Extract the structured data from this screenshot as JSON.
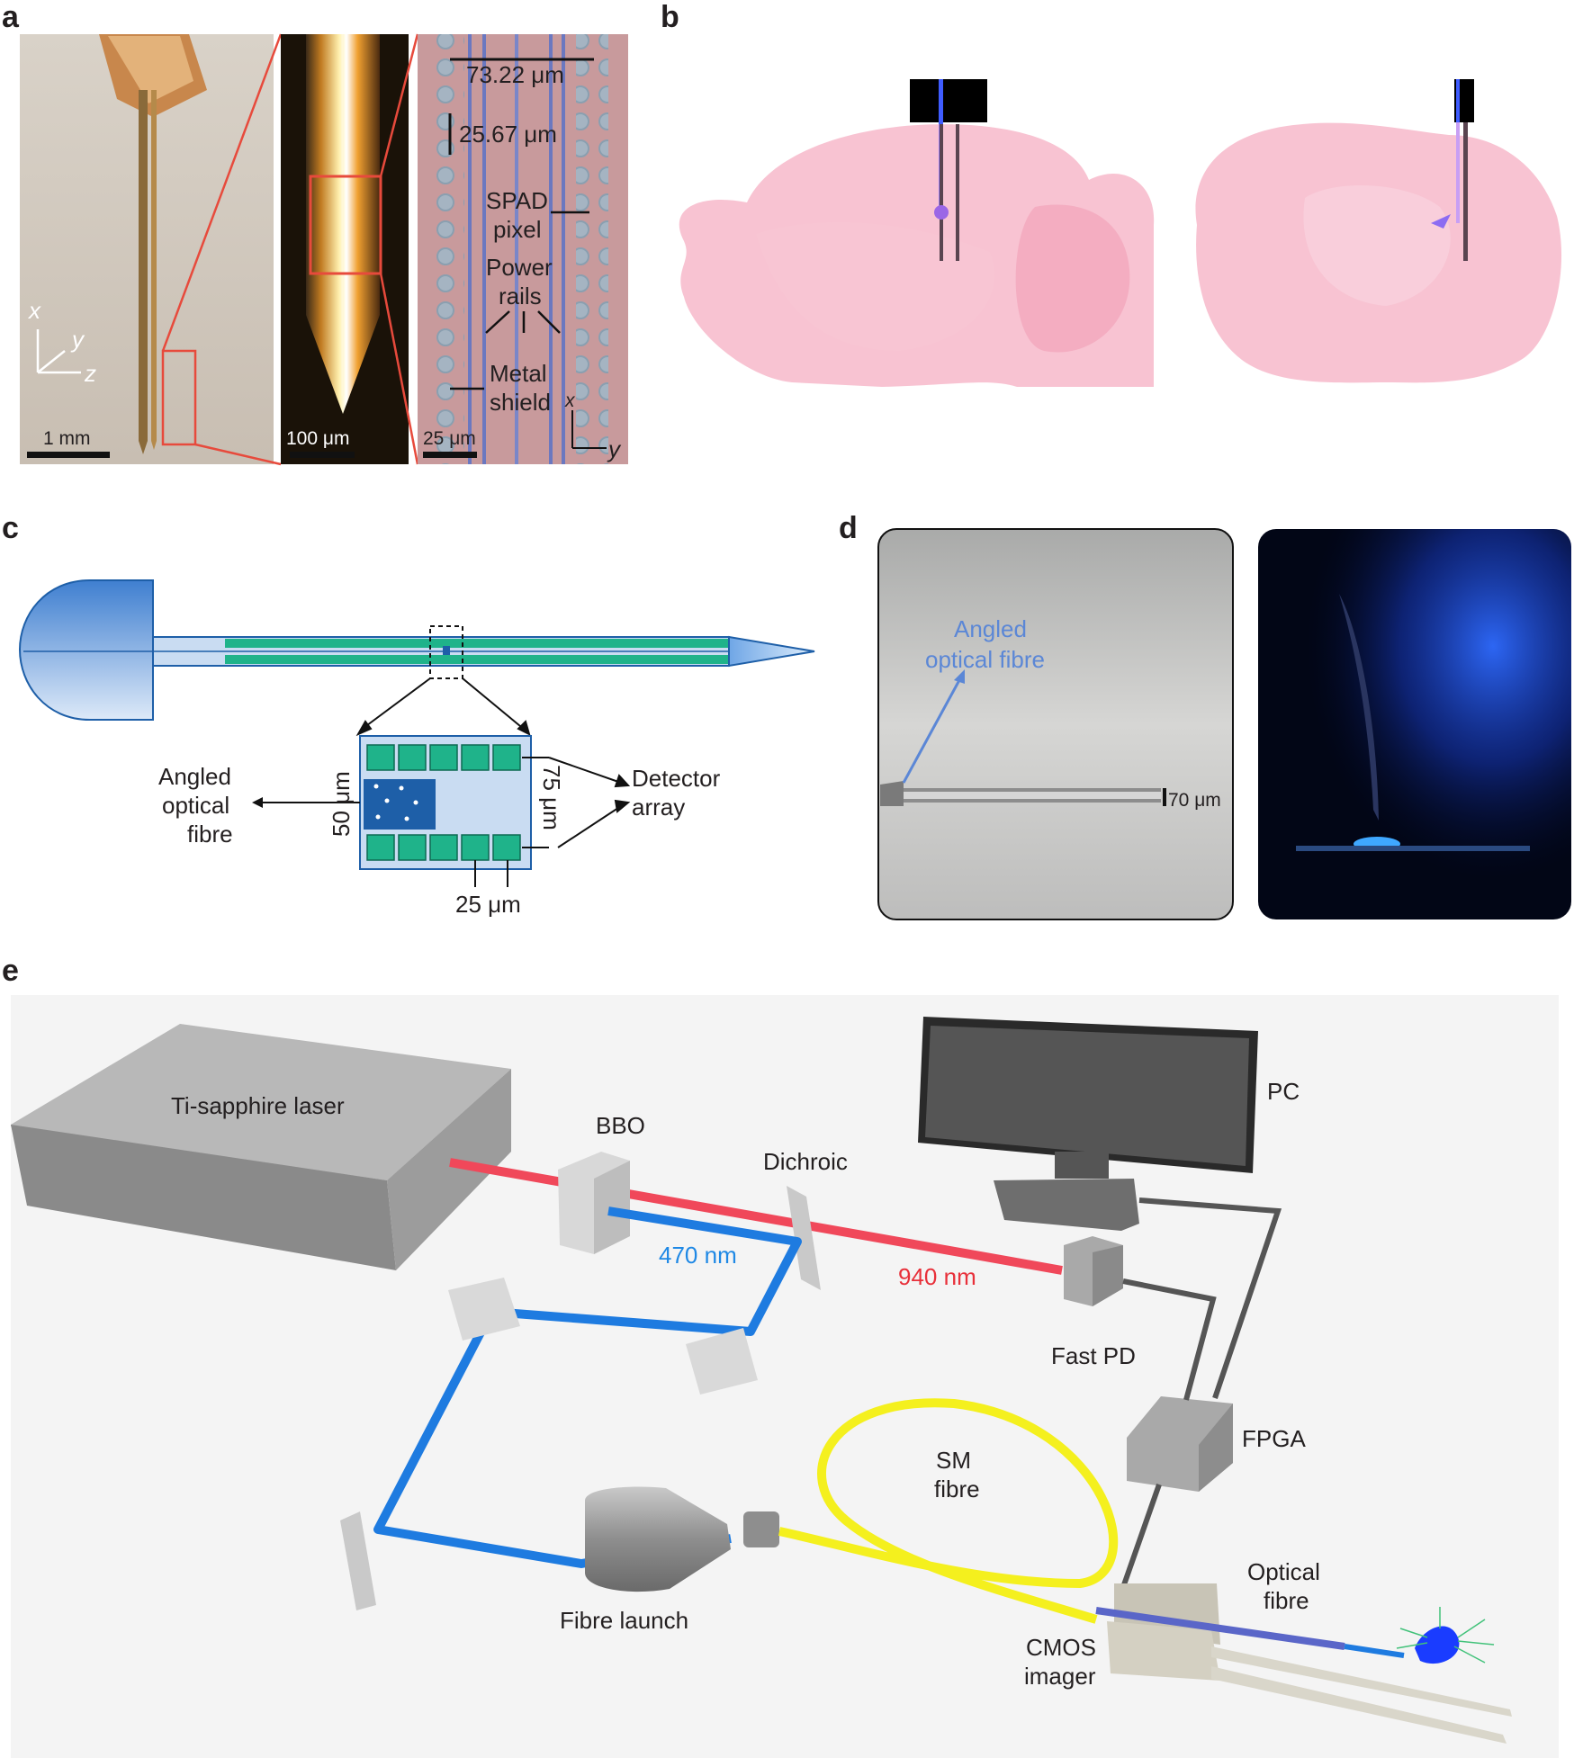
{
  "panels": {
    "a": {
      "letter": "a",
      "axes_left": {
        "x": "x",
        "y": "y",
        "z": "z"
      },
      "scale_1": "1 mm",
      "scale_2": "100 μm",
      "scale_3": "25 μm",
      "dim_width": "73.22 μm",
      "dim_pitch": "25.67 μm",
      "label_spad_1": "SPAD",
      "label_spad_2": "pixel",
      "label_power_1": "Power",
      "label_power_2": "rails",
      "label_metal_1": "Metal",
      "label_metal_2": "shield",
      "axes_right": {
        "x": "x",
        "y": "y"
      }
    },
    "b": {
      "letter": "b"
    },
    "c": {
      "letter": "c",
      "fibre_1": "Angled",
      "fibre_2": "optical",
      "fibre_3": "fibre",
      "dim_50": "50 μm",
      "dim_75": "75 μm",
      "dim_25": "25 μm",
      "detector_1": "Detector",
      "detector_2": "array"
    },
    "d": {
      "letter": "d",
      "fibre_1": "Angled",
      "fibre_2": "optical fibre",
      "dim_70": "70 μm"
    },
    "e": {
      "letter": "e",
      "laser": "Ti-sapphire laser",
      "bbo": "BBO",
      "dichroic": "Dichroic",
      "pc": "PC",
      "wl_470": "470 nm",
      "wl_940": "940 nm",
      "fast_pd": "Fast PD",
      "fpga": "FPGA",
      "sm_1": "SM",
      "sm_2": "fibre",
      "fibre_launch": "Fibre launch",
      "optical_1": "Optical",
      "optical_2": "fibre",
      "cmos_1": "CMOS",
      "cmos_2": "imager"
    }
  },
  "colors": {
    "laser_red": "#f0485a",
    "beam_blue": "#1e7be0",
    "fibre_yellow": "#f4f01e",
    "brain_pink": "#f6b6c8",
    "detector_green": "#1fb38a",
    "text_blue_470": "#1e88e5",
    "text_red_940": "#e8303a",
    "text_fibre_d": "#5b87d6"
  }
}
